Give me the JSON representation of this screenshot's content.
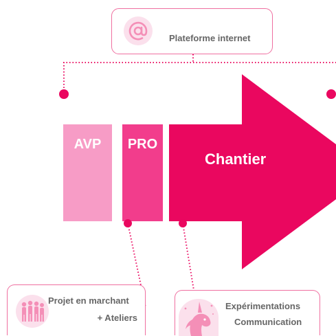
{
  "platform": {
    "label": "Plateforme internet",
    "icon": "at-sign-icon"
  },
  "phases": [
    {
      "label": "AVP",
      "color": "#f79cc6"
    },
    {
      "label": "PRO",
      "color": "#f23d8c"
    },
    {
      "label": "Chantier",
      "color": "#ea075f"
    }
  ],
  "callouts": [
    {
      "line1": "Projet en marchant",
      "line2": "+ Ateliers",
      "icon": "people-walking-icon"
    },
    {
      "line1": "Expérimentations",
      "line2": "Communication",
      "icon": "unicorn-icon"
    }
  ],
  "colors": {
    "accent": "#ea075f",
    "border": "#ef6fa0",
    "text": "#666666"
  }
}
